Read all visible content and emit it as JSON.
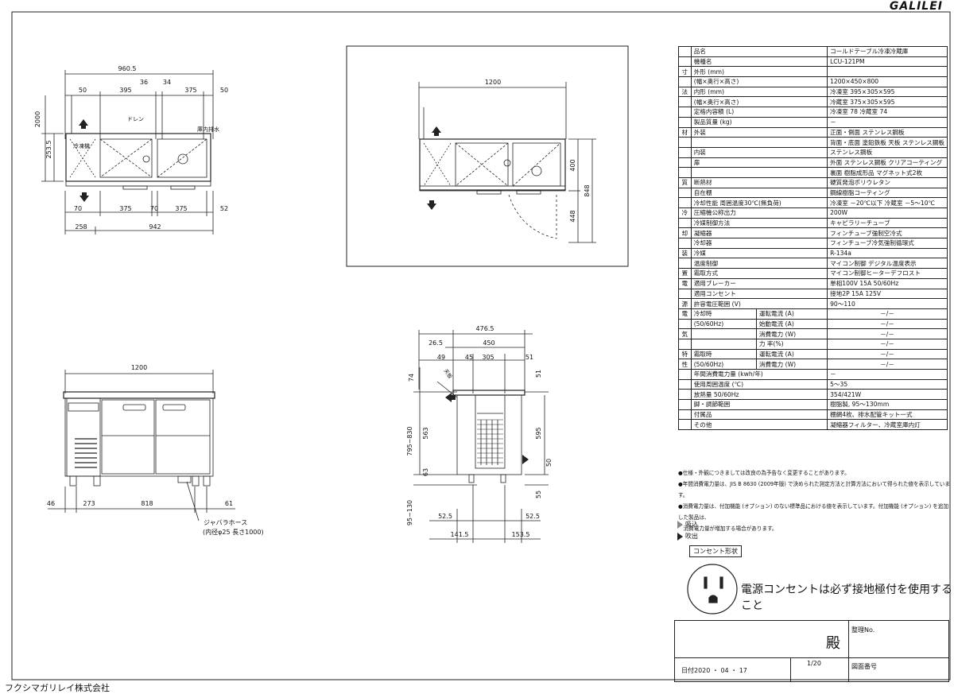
{
  "brand": "GALILEI",
  "company": "フクシマガリレイ株式会社",
  "spec_rows": [
    {
      "g": "",
      "c": "品名",
      "n": "",
      "v": "コールドテーブル冷凍冷蔵庫"
    },
    {
      "g": "",
      "c": "機種名",
      "n": "",
      "v": "LCU-121PM"
    },
    {
      "g": "寸",
      "c": "外形 (mm)",
      "n": "",
      "v": ""
    },
    {
      "g": "",
      "c": "(幅×奥行×高さ)",
      "n": "",
      "v": "1200×450×800"
    },
    {
      "g": "法",
      "c": "内形 (mm)",
      "n": "",
      "v": "冷凍室 395×305×595"
    },
    {
      "g": "",
      "c": "(幅×奥行×高さ)",
      "n": "",
      "v": "冷蔵室 375×305×595"
    },
    {
      "g": "",
      "c": "定格内容積 (L)",
      "n": "",
      "v": "冷凍室 78 冷蔵室 74"
    },
    {
      "g": "",
      "c": "製品質量 (kg)",
      "n": "",
      "v": "－"
    },
    {
      "g": "材",
      "c": "外装",
      "n": "",
      "v": "正面・側面 ステンレス鋼板"
    },
    {
      "g": "",
      "c": "",
      "n": "",
      "v": "背面・底面 塗鉛鉄板 天板 ステンレス鋼板"
    },
    {
      "g": "",
      "c": "内装",
      "n": "",
      "v": "ステンレス鋼板"
    },
    {
      "g": "",
      "c": "扉",
      "n": "",
      "v": "外面 ステンレス鋼板 クリアコーティング"
    },
    {
      "g": "",
      "c": "",
      "n": "",
      "v": "裏面 樹脂成形品 マグネット式2枚"
    },
    {
      "g": "質",
      "c": "断熱材",
      "n": "",
      "v": "硬質発泡ポリウレタン"
    },
    {
      "g": "",
      "c": "自在棚",
      "n": "",
      "v": "鋼線樹脂コーティング"
    },
    {
      "g": "",
      "c": "冷却性能 周囲温度30℃(無負荷)",
      "n": "",
      "v": "冷凍室 －20℃以下 冷蔵室 －5～10℃"
    },
    {
      "g": "冷",
      "c": "圧縮機公称出力",
      "n": "",
      "v": "200W"
    },
    {
      "g": "",
      "c": "冷媒制御方法",
      "n": "",
      "v": "キャピラリーチューブ"
    },
    {
      "g": "却",
      "c": "凝縮器",
      "n": "",
      "v": "フィンチューブ強制空冷式"
    },
    {
      "g": "",
      "c": "冷却器",
      "n": "",
      "v": "フィンチューブ冷気強制循環式"
    },
    {
      "g": "装",
      "c": "冷媒",
      "n": "",
      "v": "R-134a"
    },
    {
      "g": "",
      "c": "温度制御",
      "n": "",
      "v": "マイコン制御 デジタル温度表示"
    },
    {
      "g": "置",
      "c": "霜取方式",
      "n": "",
      "v": "マイコン制御ヒーターデフロスト"
    },
    {
      "g": "電",
      "c": "適用ブレーカー",
      "n": "",
      "v": "単相100V 15A 50/60Hz"
    },
    {
      "g": "",
      "c": "適用コンセント",
      "n": "",
      "v": "接地2P 15A 125V"
    },
    {
      "g": "源",
      "c": "許容電圧範囲 (V)",
      "n": "",
      "v": "90～110"
    },
    {
      "g": "電",
      "c": "冷却時",
      "n": "運転電流 (A)",
      "v": "－/－"
    },
    {
      "g": "",
      "c": "(50/60Hz)",
      "n": "始動電流 (A)",
      "v": "－/－"
    },
    {
      "g": "気",
      "c": "",
      "n": "消費電力 (W)",
      "v": "－/－"
    },
    {
      "g": "",
      "c": "",
      "n": "力 率(%)",
      "v": "－/－"
    },
    {
      "g": "特",
      "c": "霜取時",
      "n": "運転電流 (A)",
      "v": "－/－"
    },
    {
      "g": "性",
      "c": "(50/60Hz)",
      "n": "消費電力 (W)",
      "v": "－/－"
    },
    {
      "g": "",
      "c": "年間消費電力量 (kwh/年)",
      "n": "",
      "v": "－"
    },
    {
      "g": "",
      "c": "使用周囲温度 (℃)",
      "n": "",
      "v": "5～35"
    },
    {
      "g": "",
      "c": "放熱量 50/60Hz",
      "n": "",
      "v": "354/421W"
    },
    {
      "g": "",
      "c": "脚・調節範囲",
      "n": "",
      "v": "樹脂製, 95～130mm"
    },
    {
      "g": "",
      "c": "付属品",
      "n": "",
      "v": "棚網4枚、排水配管キット一式"
    },
    {
      "g": "",
      "c": "その他",
      "n": "",
      "v": "凝縮器フィルター、冷蔵室庫内灯"
    }
  ],
  "notes": [
    "●仕様・外観につきましては改良の為予告なく変更することがあります。",
    "●年間消費電力量は、JIS B 8630 (2009年版) で決められた測定方法と計算方法において得られた値を表示しています。",
    "●消費電力量は、付加機能 (オプション) のない標準品における値を表示しています。付加機能 (オプション) を追加した製品は、",
    "　消費電力量が増加する場合があります。"
  ],
  "legend": {
    "intake": "吸込",
    "exhaust": "吹出"
  },
  "outlet": {
    "label": "コンセント形状",
    "note": "電源コンセントは必ず接地極付を使用すること"
  },
  "title_block": {
    "sama": "殿",
    "seiri": "整理No.",
    "date": "日付2020 ・ 04 ・ 17",
    "page": "1/20",
    "fig": "図面番号"
  },
  "drawing_top": {
    "dims": [
      "960.5",
      "50",
      "395",
      "36",
      "34",
      "375",
      "50",
      "2000",
      "253.5",
      "70",
      "375",
      "70",
      "375",
      "52",
      "258",
      "942"
    ],
    "labels": {
      "freezer": "冷凍機",
      "drain": "ドレン",
      "inner_drain": "庫内排水"
    }
  },
  "drawing_side": {
    "dims": [
      "1200",
      "400",
      "848",
      "448"
    ]
  },
  "drawing_front": {
    "dims": [
      "1200",
      "46",
      "273",
      "818",
      "61"
    ],
    "hose": "ジャバラホース",
    "hose_spec": "(内径φ25 長さ1000)"
  },
  "drawing_section": {
    "dims": [
      "476.5",
      "26.5",
      "450",
      "49",
      "45",
      "305",
      "51",
      "74",
      "795~830",
      "563",
      "595",
      "50",
      "63",
      "55",
      "95~130",
      "52.5",
      "52.5",
      "141.5",
      "153.5"
    ],
    "label": "天板"
  }
}
